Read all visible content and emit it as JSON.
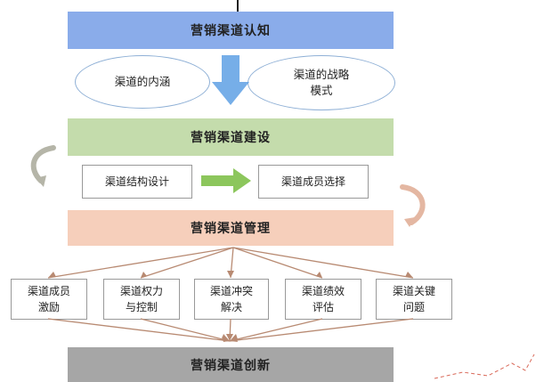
{
  "stages": [
    {
      "title": "营销渠道认知",
      "color": "#8aacea"
    },
    {
      "title": "营销渠道建设",
      "color": "#c4dcac"
    },
    {
      "title": "营销渠道管理",
      "color": "#f6cfbb"
    },
    {
      "title": "营销渠道创新",
      "color": "#a6a6a6"
    }
  ],
  "cognition": {
    "items": [
      "渠道的内涵",
      "渠道的战略\n模式"
    ]
  },
  "construction": {
    "items": [
      "渠道结构设计",
      "渠道成员选择"
    ]
  },
  "management": {
    "items": [
      "渠道成员\n激励",
      "渠道权力\n与控制",
      "渠道冲突\n解决",
      "渠道绩效\n评估",
      "渠道关键\n问题"
    ]
  },
  "colors": {
    "down_arrow": "#5ea0e4",
    "right_arrow": "#8cc65c",
    "fan_lines": "#b88a72",
    "ellipse_border": "#8fb0d6"
  }
}
